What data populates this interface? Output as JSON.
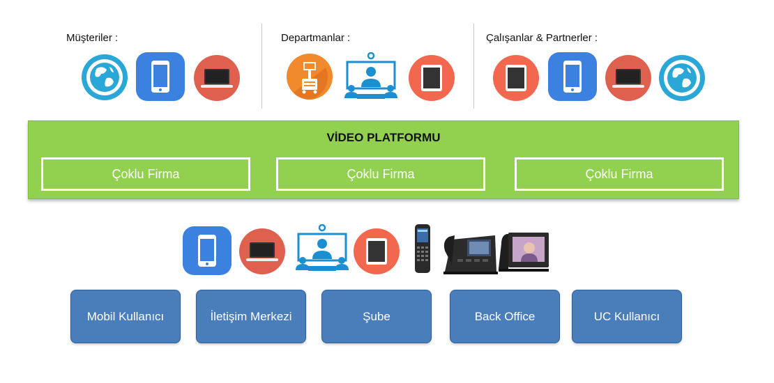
{
  "groups": [
    {
      "label": "Müşteriler :",
      "icons": [
        "globe-icon",
        "smartphone-icon",
        "laptop-icon"
      ]
    },
    {
      "label": "Departmanlar :",
      "icons": [
        "medical-cart-icon",
        "video-conference-icon",
        "tablet-icon"
      ]
    },
    {
      "label": "Çalışanlar & Partnerler :",
      "icons": [
        "tablet-icon",
        "smartphone-icon",
        "laptop-icon",
        "globe-icon"
      ]
    }
  ],
  "platform": {
    "title": "VİDEO PLATFORMU",
    "tenants": [
      "Çoklu Firma",
      "Çoklu Firma",
      "Çoklu Firma"
    ]
  },
  "devices": [
    "smartphone-icon",
    "laptop-icon",
    "video-conference-icon",
    "tablet-icon",
    "dect-handset-icon",
    "desk-phone-icon",
    "video-desk-phone-icon"
  ],
  "user_types": [
    "Mobil Kullanıcı",
    "İletişim Merkezi",
    "Şube",
    "Back Office",
    "UC Kullanıcı"
  ],
  "colors": {
    "platform_green": "#92d050",
    "box_blue": "#4a7ebb",
    "globe_cyan": "#2aa7d6",
    "phone_blue": "#3b82e0",
    "laptop_red": "#e06050",
    "tablet_orange": "#f2684e",
    "cart_orange": "#f08a2c",
    "conference_blue": "#1b8fd0"
  }
}
